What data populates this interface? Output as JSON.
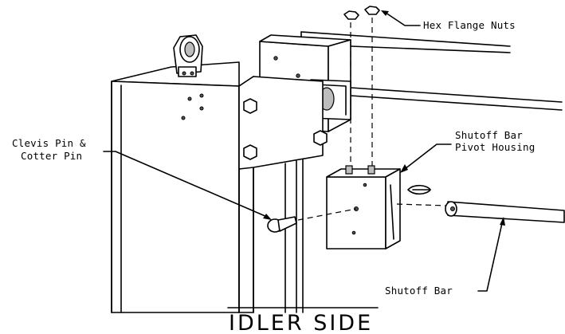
{
  "labels": {
    "hex_flange_nuts": "Hex Flange Nuts",
    "shutoff_bar_pivot_housing_line1": "Shutoff Bar",
    "shutoff_bar_pivot_housing_line2": "Pivot Housing",
    "clevis_pin_line1": "Clevis Pin &",
    "clevis_pin_line2": "Cotter Pin",
    "shutoff_bar": "Shutoff Bar"
  },
  "title": "IDLER SIDE"
}
